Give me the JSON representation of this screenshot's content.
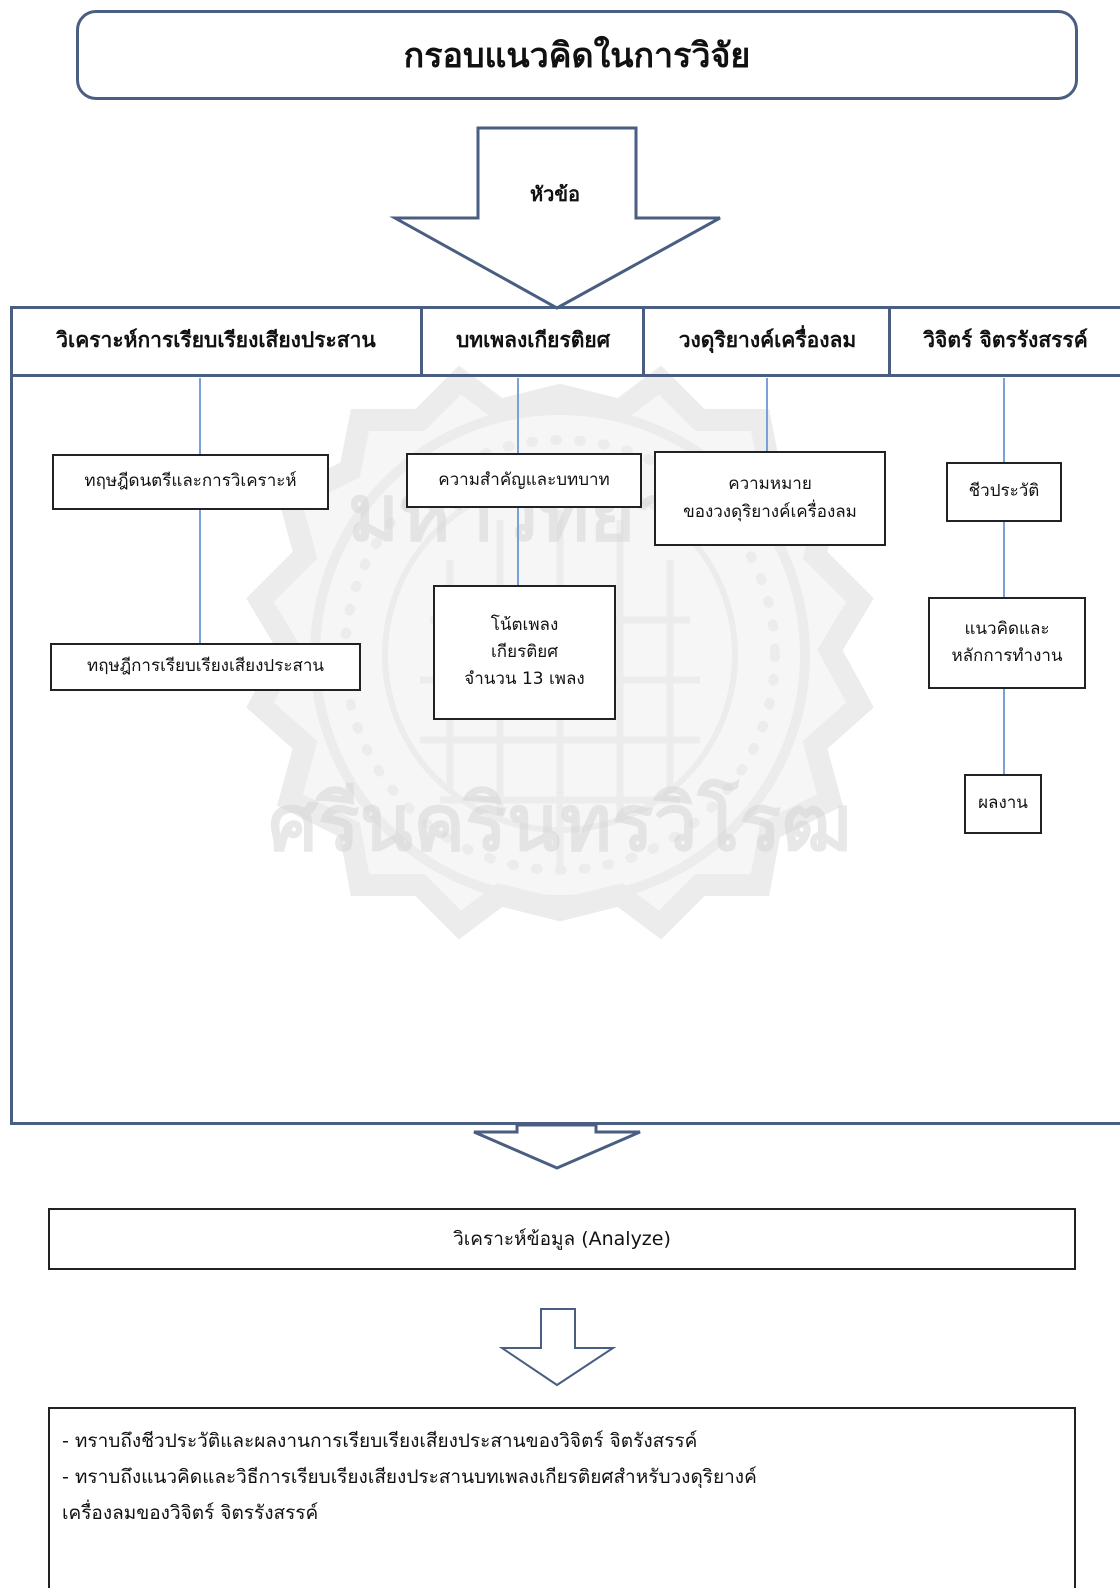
{
  "title": "กรอบแนวคิดในการวิจัย",
  "topic_label": "หัวข้อ",
  "columns": [
    {
      "header": "วิเคราะห์การเรียบเรียงเสียงประสาน",
      "items": [
        "ทฤษฎีดนตรีและการวิเคราะห์",
        "ทฤษฎีการเรียบเรียงเสียงประสาน"
      ]
    },
    {
      "header": "บทเพลงเกียรติยศ",
      "items": [
        "ความสำคัญและบทบาท",
        [
          "โน้ตเพลง",
          "เกียรติยศ",
          "จำนวน 13 เพลง"
        ]
      ]
    },
    {
      "header": "วงดุริยางค์เครื่องลม",
      "items": [
        [
          "ความหมาย",
          "ของวงดุริยางค์เครื่องลม"
        ]
      ]
    },
    {
      "header": "วิจิตร์ จิตรรังสรรค์",
      "items": [
        "ชีวประวัติ",
        [
          "แนวคิดและ",
          "หลักการทำงาน"
        ],
        "ผลงาน"
      ]
    }
  ],
  "analyze_label": "วิเคราะห์ข้อมูล (Analyze)",
  "results": [
    "- ทราบถึงชีวประวัติและผลงานการเรียบเรียงเสียงประสานของวิจิตร์ จิตรังสรรค์",
    "- ทราบถึงแนวคิดและวิธีการเรียบเรียงเสียงประสานบทเพลงเกียรติยศสำหรับวงดุริยางค์",
    "เครื่องลมของวิจิตร์ จิตรรังสรรค์"
  ],
  "colors": {
    "frame": "#4a5e82",
    "connector": "#7aa0d6",
    "watermark": "#d9d9d9"
  },
  "watermark": {
    "text_top": "มหาวิทยาลัย",
    "text_bottom": "ศรีนครินทรวิโรฒ"
  }
}
